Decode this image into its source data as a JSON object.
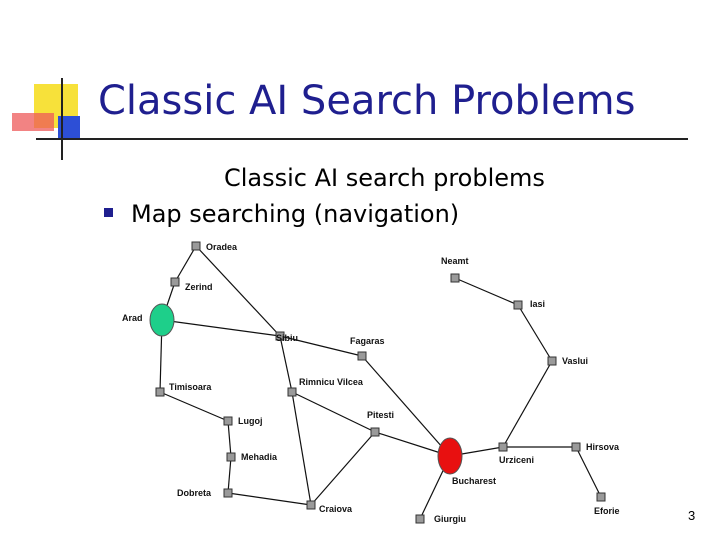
{
  "slide": {
    "title": "Classic AI Search Problems",
    "heading": "Classic AI search problems",
    "bullet": "Map searching (navigation)",
    "page_number": "3"
  },
  "colors": {
    "title": "#1f1f8f",
    "start_node": "#1ecf8a",
    "goal_node": "#e81010",
    "logo_yellow": "#f7e13a",
    "logo_red": "#ee5a5a",
    "logo_blue": "#2d4fd6"
  },
  "map": {
    "cities": [
      {
        "id": "oradea",
        "name": "Oradea"
      },
      {
        "id": "zerind",
        "name": "Zerind"
      },
      {
        "id": "arad",
        "name": "Arad",
        "role": "start"
      },
      {
        "id": "sibiu",
        "name": "Sibiu"
      },
      {
        "id": "fagaras",
        "name": "Fagaras"
      },
      {
        "id": "timisoara",
        "name": "Timisoara"
      },
      {
        "id": "rimnicu",
        "name": "Rimnicu Vilcea"
      },
      {
        "id": "lugoj",
        "name": "Lugoj"
      },
      {
        "id": "pitesti",
        "name": "Pitesti"
      },
      {
        "id": "mehadia",
        "name": "Mehadia"
      },
      {
        "id": "dobreta",
        "name": "Dobreta"
      },
      {
        "id": "craiova",
        "name": "Craiova"
      },
      {
        "id": "bucharest",
        "name": "Bucharest",
        "role": "goal"
      },
      {
        "id": "giurgiu",
        "name": "Giurgiu"
      },
      {
        "id": "urziceni",
        "name": "Urziceni"
      },
      {
        "id": "neamt",
        "name": "Neamt"
      },
      {
        "id": "iasi",
        "name": "Iasi"
      },
      {
        "id": "vaslui",
        "name": "Vaslui"
      },
      {
        "id": "hirsova",
        "name": "Hirsova"
      },
      {
        "id": "eforie",
        "name": "Eforie"
      }
    ],
    "roads": [
      [
        "oradea",
        "zerind"
      ],
      [
        "oradea",
        "sibiu"
      ],
      [
        "zerind",
        "arad"
      ],
      [
        "arad",
        "sibiu"
      ],
      [
        "arad",
        "timisoara"
      ],
      [
        "timisoara",
        "lugoj"
      ],
      [
        "lugoj",
        "mehadia"
      ],
      [
        "mehadia",
        "dobreta"
      ],
      [
        "dobreta",
        "craiova"
      ],
      [
        "sibiu",
        "fagaras"
      ],
      [
        "sibiu",
        "rimnicu"
      ],
      [
        "fagaras",
        "bucharest"
      ],
      [
        "rimnicu",
        "pitesti"
      ],
      [
        "rimnicu",
        "craiova"
      ],
      [
        "craiova",
        "pitesti"
      ],
      [
        "pitesti",
        "bucharest"
      ],
      [
        "bucharest",
        "giurgiu"
      ],
      [
        "bucharest",
        "urziceni"
      ],
      [
        "urziceni",
        "hirsova"
      ],
      [
        "urziceni",
        "vaslui"
      ],
      [
        "hirsova",
        "eforie"
      ],
      [
        "vaslui",
        "iasi"
      ],
      [
        "iasi",
        "neamt"
      ]
    ]
  }
}
